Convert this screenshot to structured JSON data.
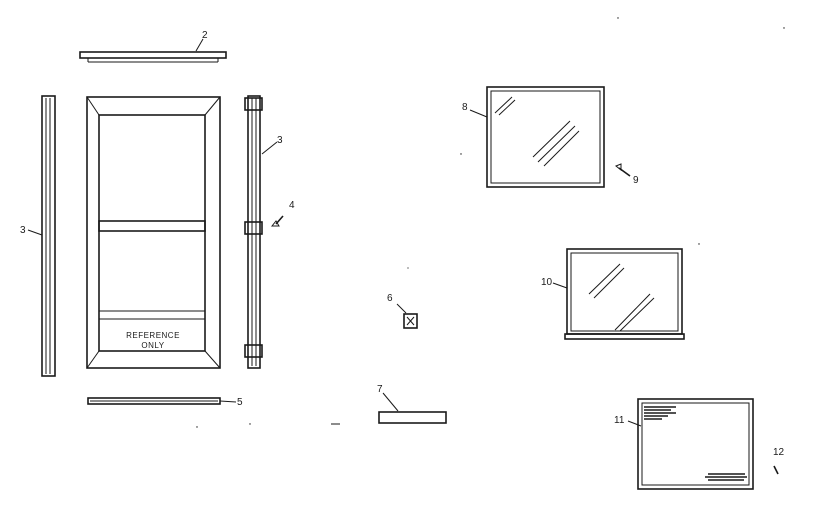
{
  "door_label": [
    "REFERENCE",
    "ONLY"
  ],
  "callouts": {
    "c2": "2",
    "c3_left": "3",
    "c3_right": "3",
    "c4": "4",
    "c5": "5",
    "c6": "6",
    "c7": "7",
    "c8": "8",
    "c9": "9",
    "c10": "10",
    "c11": "11",
    "c12": "12"
  }
}
